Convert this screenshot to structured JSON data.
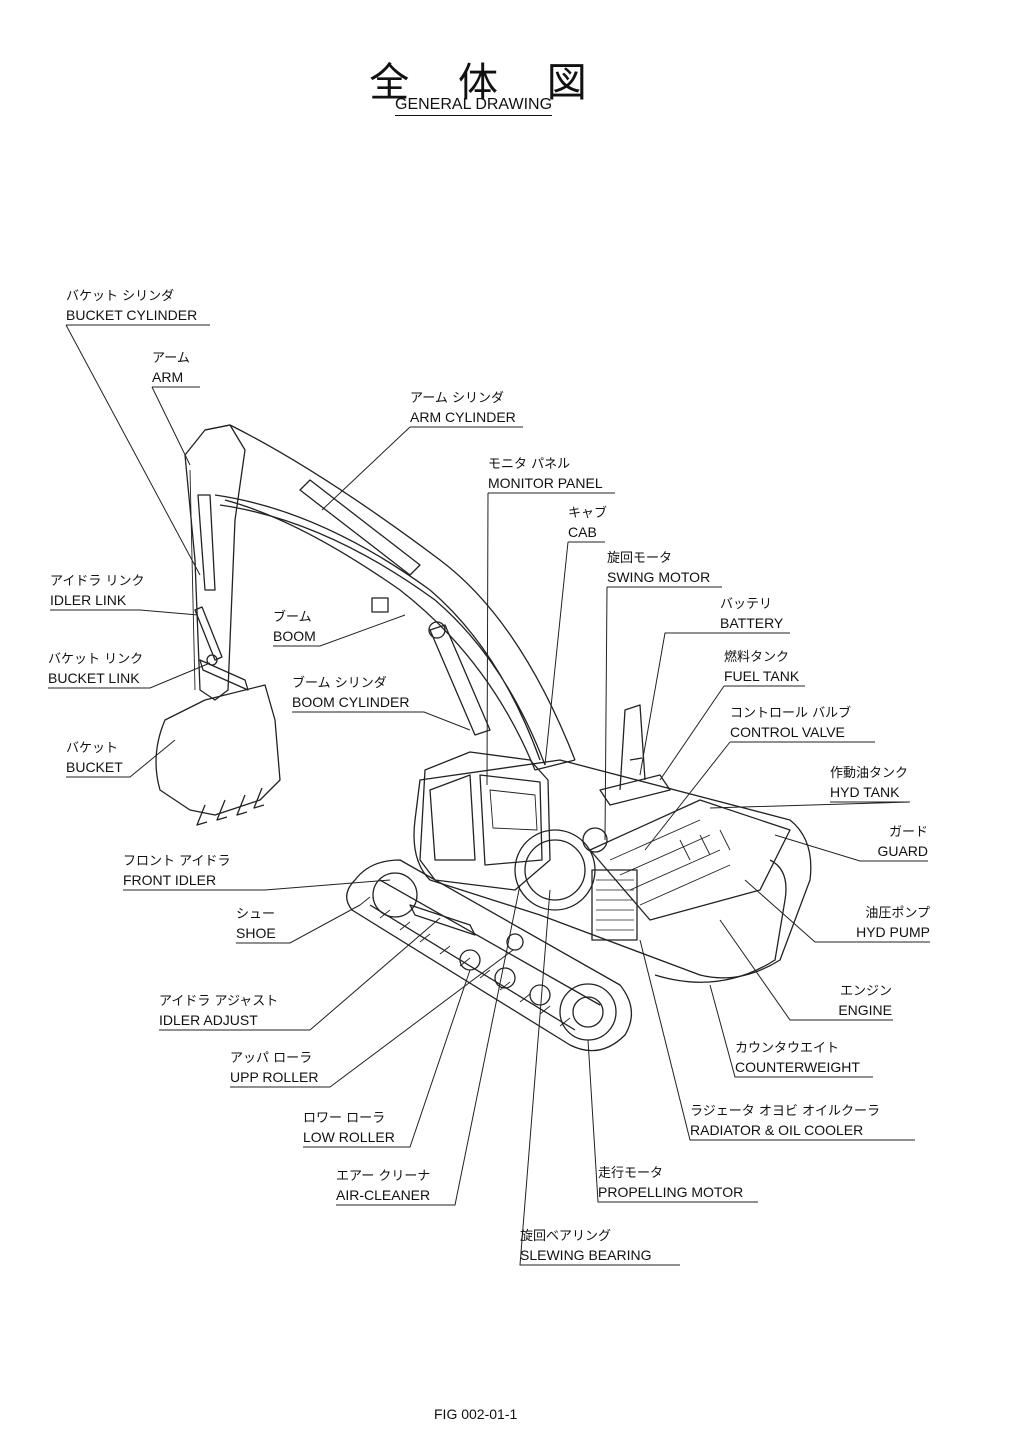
{
  "title": {
    "jp": "全 体 図",
    "en": "GENERAL DRAWING"
  },
  "labels": {
    "bucket_cylinder": {
      "jp": "バケット シリンダ",
      "en": "BUCKET CYLINDER"
    },
    "arm": {
      "jp": "アーム",
      "en": "ARM"
    },
    "arm_cylinder": {
      "jp": "アーム シリンダ",
      "en": "ARM CYLINDER"
    },
    "monitor_panel": {
      "jp": "モニタ パネル",
      "en": "MONITOR PANEL"
    },
    "cab": {
      "jp": "キャブ",
      "en": "CAB"
    },
    "swing_motor": {
      "jp": "旋回モータ",
      "en": "SWING MOTOR"
    },
    "battery": {
      "jp": "バッテリ",
      "en": "BATTERY"
    },
    "fuel_tank": {
      "jp": "燃料タンク",
      "en": "FUEL TANK"
    },
    "control_valve": {
      "jp": "コントロール バルブ",
      "en": "CONTROL VALVE"
    },
    "hyd_tank": {
      "jp": "作動油タンク",
      "en": "HYD TANK"
    },
    "guard": {
      "jp": "ガード",
      "en": "GUARD"
    },
    "hyd_pump": {
      "jp": "油圧ポンプ",
      "en": "HYD PUMP"
    },
    "engine": {
      "jp": "エンジン",
      "en": "ENGINE"
    },
    "counterweight": {
      "jp": "カウンタウエイト",
      "en": "COUNTERWEIGHT"
    },
    "radiator": {
      "jp": "ラジェータ オヨビ オイルクーラ",
      "en": "RADIATOR & OIL COOLER"
    },
    "propelling_motor": {
      "jp": "走行モータ",
      "en": "PROPELLING MOTOR"
    },
    "slewing_bearing": {
      "jp": "旋回ベアリング",
      "en": "SLEWING BEARING"
    },
    "air_cleaner": {
      "jp": "エアー クリーナ",
      "en": "AIR-CLEANER"
    },
    "low_roller": {
      "jp": "ロワー ローラ",
      "en": "LOW ROLLER"
    },
    "upp_roller": {
      "jp": "アッパ ローラ",
      "en": "UPP ROLLER"
    },
    "idler_adjust": {
      "jp": "アイドラ アジャスト",
      "en": "IDLER ADJUST"
    },
    "shoe": {
      "jp": "シュー",
      "en": "SHOE"
    },
    "front_idler": {
      "jp": "フロント アイドラ",
      "en": "FRONT IDLER"
    },
    "bucket": {
      "jp": "バケット",
      "en": "BUCKET"
    },
    "bucket_link": {
      "jp": "バケット リンク",
      "en": "BUCKET LINK"
    },
    "boom_cylinder": {
      "jp": "ブーム シリンダ",
      "en": "BOOM CYLINDER"
    },
    "boom": {
      "jp": "ブーム",
      "en": "BOOM"
    },
    "idler_link": {
      "jp": "アイドラ リンク",
      "en": "IDLER LINK"
    }
  },
  "figure_number": "FIG 002-01-1"
}
